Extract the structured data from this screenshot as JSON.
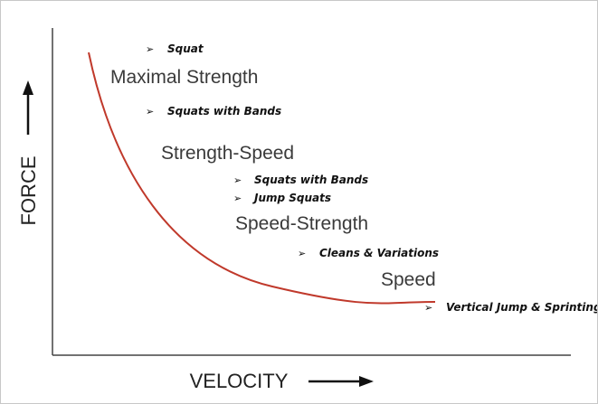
{
  "chart_data": {
    "type": "line",
    "title": "",
    "xlabel": "VELOCITY",
    "ylabel": "FORCE",
    "colors": {
      "curve": "#c0392b",
      "axis": "#444444",
      "text": "#3a3a3a"
    },
    "zones": [
      {
        "label": "Maximal Strength",
        "bullets": [
          "Squat",
          "Squats with Bands"
        ]
      },
      {
        "label": "Strength-Speed",
        "bullets": [
          "Squats with Bands",
          "Jump Squats"
        ]
      },
      {
        "label": "Speed-Strength",
        "bullets": [
          "Cleans & Variations"
        ]
      },
      {
        "label": "Speed",
        "bullets": [
          "Vertical Jump & Sprinting"
        ]
      }
    ]
  }
}
